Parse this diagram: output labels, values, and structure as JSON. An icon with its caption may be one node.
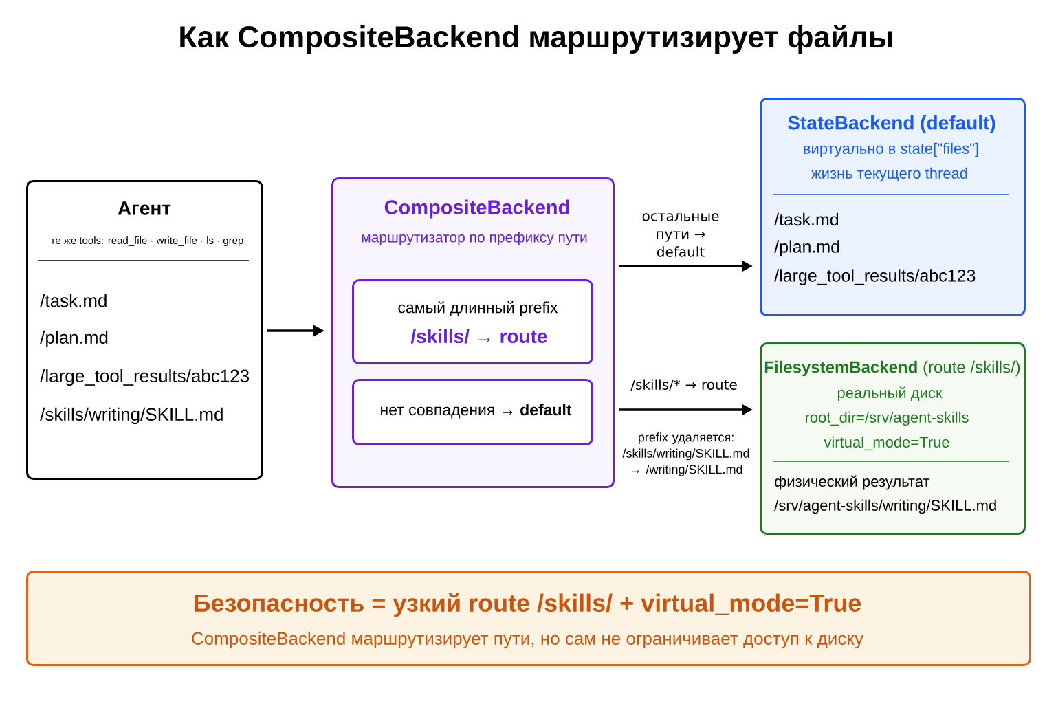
{
  "diagram": {
    "title": "Как CompositeBackend маршрутизирует файлы",
    "nodes": [
      {
        "text": [
          "Агент",
          "те же tools: read_file · write_file · ls · grep",
          "/task.md",
          "/plan.md",
          "/large_tool_results/abc123",
          "/skills/writing/SKILL.md"
        ]
      },
      {
        "text": [
          "CompositeBackend",
          "маршрутизатор по префиксу пути"
        ]
      },
      {
        "text": [
          "самый длинный prefix",
          "/skills/ → route"
        ],
        "in": 1
      },
      {
        "text": [
          "нет совпадения → **default**"
        ],
        "in": 1
      },
      {
        "text": [
          "StateBackend (default)",
          "виртуально в state[\"files\"]",
          "жизнь текущего thread",
          "/task.md",
          "/plan.md",
          "/large_tool_results/abc123"
        ]
      },
      {
        "text": [
          "**FilesystemBackend** (route /skills/)",
          "реальный диск",
          "root_dir=/srv/agent-skills",
          "virtual_mode=True",
          "физический результат",
          "/srv/agent-skills/writing/SKILL.md"
        ]
      },
      {
        "text": [
          "Безопасность = узкий route /skills/ + virtual_mode=True",
          "CompositeBackend маршрутизирует пути, но сам не ограничивает доступ к диску"
        ]
      }
    ],
    "edges": [
      {
        "from": 0,
        "to": 1,
        "arrow": "to"
      },
      {
        "from": 1,
        "to": 4,
        "arrow": "to",
        "label": "остальные пути → default"
      },
      {
        "from": 1,
        "to": 5,
        "arrow": "to",
        "label": "/skills/* → route"
      }
    ],
    "labels": [
      "prefix удаляется: /skills/writing/SKILL.md → /writing/SKILL.md"
    ]
  }
}
